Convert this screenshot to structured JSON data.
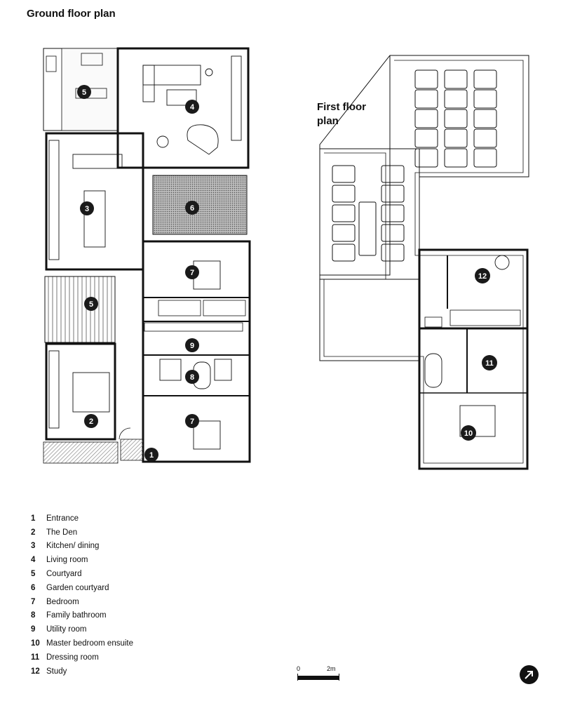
{
  "titles": {
    "ground": "Ground floor plan",
    "first_line1": "First floor",
    "first_line2": "plan"
  },
  "room_labels": [
    "1",
    "2",
    "3",
    "4",
    "5",
    "5",
    "6",
    "7",
    "7",
    "8",
    "9",
    "10",
    "11",
    "12"
  ],
  "legend": [
    {
      "num": "1",
      "label": "Entrance"
    },
    {
      "num": "2",
      "label": "The Den"
    },
    {
      "num": "3",
      "label": "Kitchen/ dining"
    },
    {
      "num": "4",
      "label": "Living room"
    },
    {
      "num": "5",
      "label": "Courtyard"
    },
    {
      "num": "6",
      "label": "Garden courtyard"
    },
    {
      "num": "7",
      "label": "Bedroom"
    },
    {
      "num": "8",
      "label": "Family bathroom"
    },
    {
      "num": "9",
      "label": "Utility room"
    },
    {
      "num": "10",
      "label": "Master bedroom ensuite"
    },
    {
      "num": "11",
      "label": "Dressing room"
    },
    {
      "num": "12",
      "label": "Study"
    }
  ],
  "scale": {
    "start": "0",
    "end": "2m"
  },
  "icons": {
    "north": "north-arrow-icon"
  },
  "colors": {
    "ink": "#111111",
    "marker": "#1a1a1a",
    "hatch": "#8a8a8a"
  }
}
